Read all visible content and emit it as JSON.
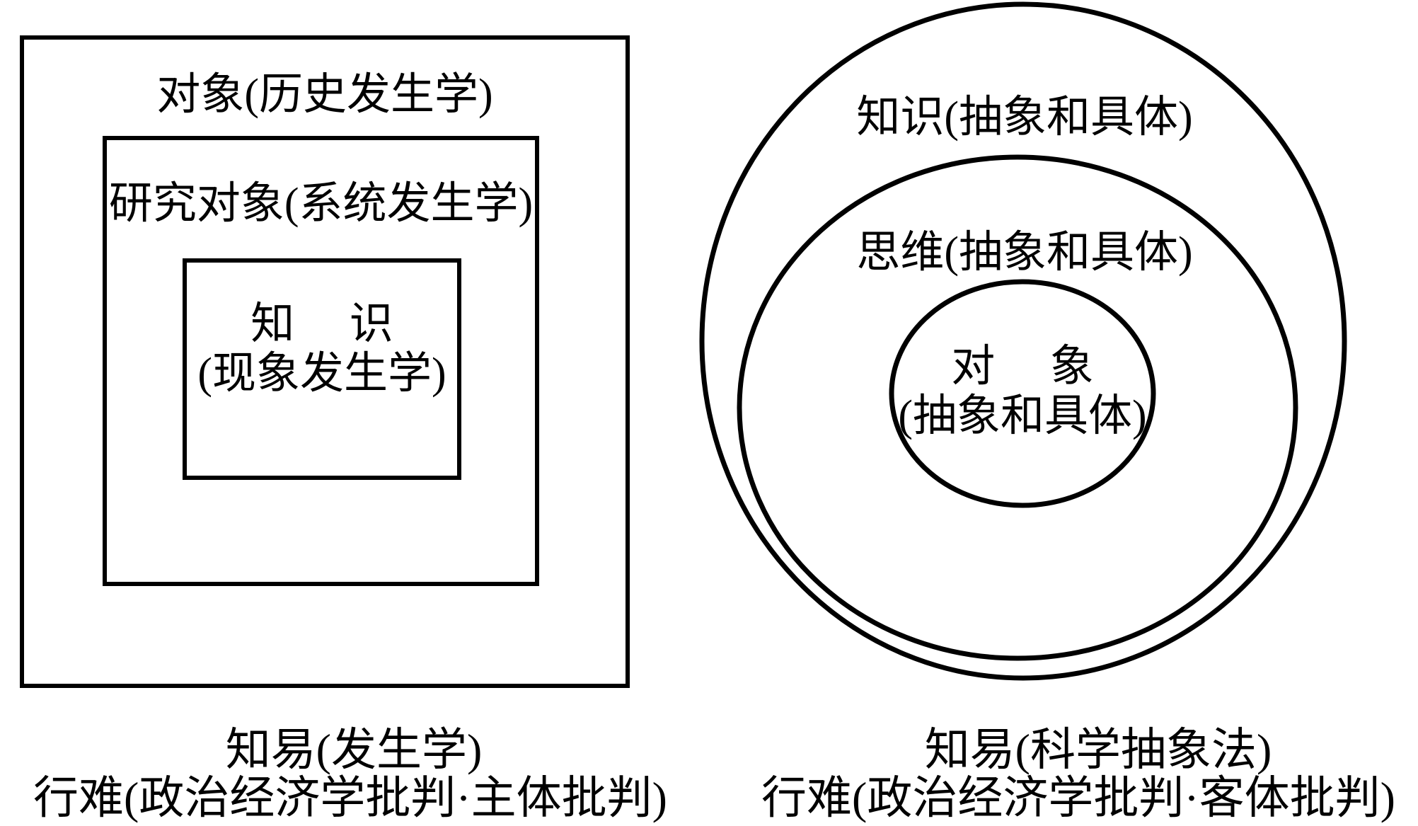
{
  "figure": {
    "background_color": "#ffffff",
    "stroke_color": "#000000",
    "left_panel": {
      "type": "nested-rectangles",
      "outer_label": "对象(历史发生学)",
      "middle_label": "研究对象(系统发生学)",
      "inner_label_line1": "知　 识",
      "inner_label_line2": "(现象发生学)",
      "caption_line1": "知易(发生学)",
      "caption_line2": "行难(政治经济学批判·主体批判)"
    },
    "right_panel": {
      "type": "nested-ellipses",
      "outer_label": "知识(抽象和具体)",
      "middle_label": "思维(抽象和具体)",
      "inner_label_line1": "对　 象",
      "inner_label_line2": "(抽象和具体)",
      "caption_line1": "知易(科学抽象法)",
      "caption_line2": "行难(政治经济学批判·客体批判)"
    }
  }
}
